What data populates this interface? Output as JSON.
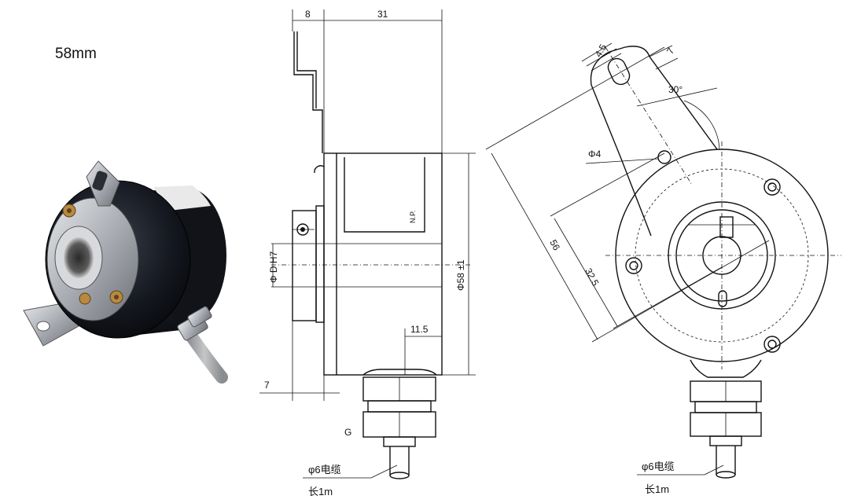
{
  "product": {
    "size_label": "58mm"
  },
  "side_view": {
    "dim_flange": "8",
    "dim_body_length": "31",
    "dim_hole": "Φ D H7",
    "dim_diameter": "Φ58 ±1",
    "dim_cable_offset": "11.5",
    "dim_front": "7",
    "label_np": "N.P.",
    "label_g": "G",
    "cable_spec": "φ6电缆",
    "cable_length": "长1m"
  },
  "front_view": {
    "dim_slot_width": "4.5",
    "dim_slot_end": "7",
    "dim_angle": "30°",
    "dim_pin_hole": "Φ4",
    "dim_outer": "56",
    "dim_inner": "32.5",
    "cable_spec": "φ6电缆",
    "cable_length": "长1m"
  },
  "colors": {
    "line": "#111111",
    "background": "#ffffff",
    "encoder_body": "#151820",
    "steel": "#b8bcc2",
    "brass": "#b9893f"
  }
}
